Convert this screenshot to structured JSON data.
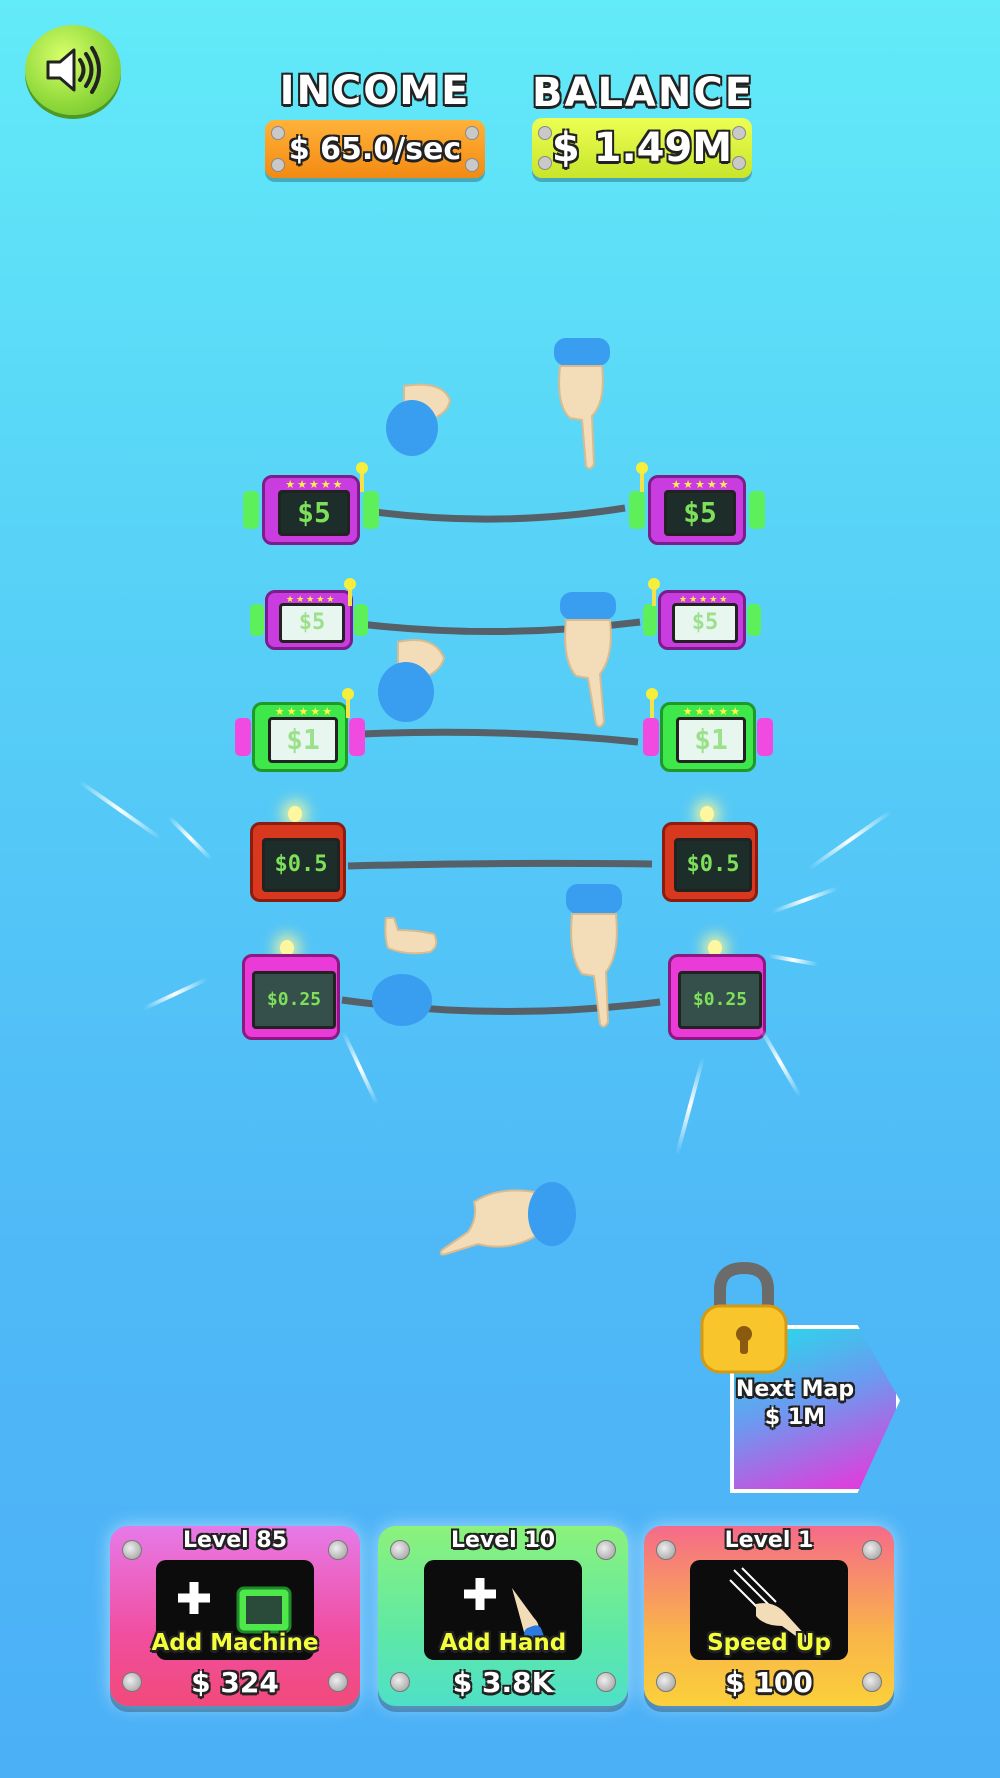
{
  "hud": {
    "sound_icon": "speaker-on-icon",
    "income_label": "INCOME",
    "income_value": "$ 65.0/sec",
    "balance_label": "BALANCE",
    "balance_value": "$ 1.49M"
  },
  "machines": {
    "row1": "$5",
    "row2": "$5",
    "row3": "$1",
    "row4": "$0.5",
    "row5": "$0.25"
  },
  "next_map": {
    "icon": "padlock-icon",
    "title": "Next Map",
    "price": "$ 1M"
  },
  "buttons": {
    "add_machine": {
      "level": "Level 85",
      "label": "Add Machine",
      "price": "$ 324",
      "icon": "add-machine-icon"
    },
    "add_hand": {
      "level": "Level 10",
      "label": "Add Hand",
      "price": "$ 3.8K",
      "icon": "add-hand-icon"
    },
    "speed_up": {
      "level": "Level 1",
      "label": "Speed Up",
      "price": "$ 100",
      "icon": "speed-up-hand-icon"
    }
  },
  "colors": {
    "income_plate": "#f38a12",
    "balance_plate": "#c8e52b",
    "add_machine_btn": "#f14ea0",
    "add_hand_btn": "#5ee8a6",
    "speed_up_btn": "#f9b44a"
  }
}
